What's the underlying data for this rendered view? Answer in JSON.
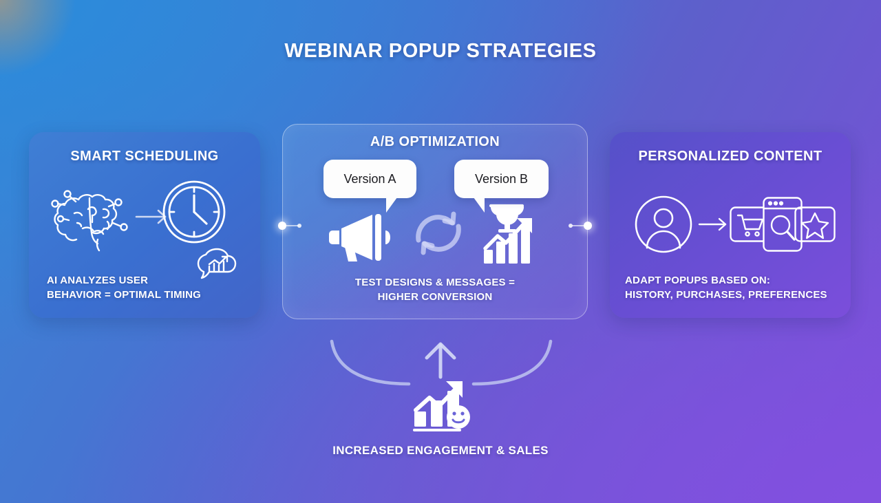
{
  "page": {
    "title": "WEBINAR POPUP STRATEGIES",
    "background": {
      "top_left": "#2b8bdb",
      "top_right": "#5d61cc",
      "bottom_left": "#4a77d2",
      "bottom_right": "#7b4fd8",
      "accent_corner": "#e2a05a"
    }
  },
  "cards": [
    {
      "id": "smart-scheduling",
      "title": "SMART SCHEDULING",
      "caption_line1": "AI ANALYZES USER",
      "caption_line2": "BEHAVIOR = OPTIMAL TIMING",
      "icons": [
        "brain-circuit-icon",
        "arrow-right-icon",
        "clock-icon",
        "speech-bubble-chart-icon"
      ],
      "color": "#3f7fd4"
    },
    {
      "id": "ab-optimization",
      "title": "A/B OPTIMIZATION",
      "caption_line1": "TEST DESIGNS & MESSAGES =",
      "caption_line2": "HIGHER CONVERSION",
      "bubble_a": "Version A",
      "bubble_b": "Version B",
      "icons": [
        "megaphone-icon",
        "refresh-cycle-icon",
        "trophy-growth-chart-icon"
      ],
      "color": "#5a68d4"
    },
    {
      "id": "personalized-content",
      "title": "PERSONALIZED CONTENT",
      "caption_line1": "ADAPT POPUPS BASED ON:",
      "caption_line2": "HISTORY, PURCHASES, PREFERENCES",
      "icons": [
        "user-avatar-icon",
        "arrow-right-icon",
        "shopping-cart-panel-icon",
        "browser-search-panel-icon",
        "star-panel-icon"
      ],
      "color": "#6a4ed4"
    }
  ],
  "outcome": {
    "caption": "INCREASED ENGAGEMENT & SALES",
    "icons": [
      "arc-left-icon",
      "arc-right-icon",
      "up-arrow-icon",
      "growth-chart-smiley-icon"
    ]
  }
}
